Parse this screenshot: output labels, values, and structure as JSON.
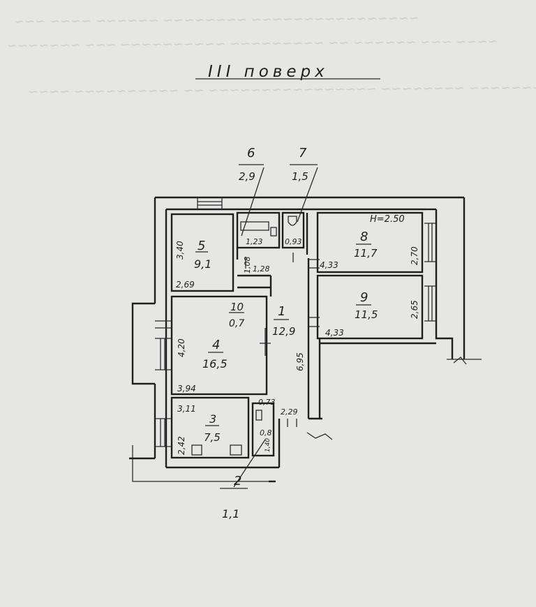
{
  "title": "III поверх",
  "ceiling_height": "Н=2.50",
  "rooms": [
    {
      "id": "1",
      "area": "12,9"
    },
    {
      "id": "2",
      "area": "1,1"
    },
    {
      "id": "3",
      "area": "7,5"
    },
    {
      "id": "4",
      "area": "16,5"
    },
    {
      "id": "5",
      "area": "9,1"
    },
    {
      "id": "6",
      "area": "2,9"
    },
    {
      "id": "7",
      "area": "1,5"
    },
    {
      "id": "8",
      "area": "11,7"
    },
    {
      "id": "9",
      "area": "11,5"
    },
    {
      "id": "10",
      "area": "0,7"
    }
  ],
  "dimensions": {
    "r5_left": "3,40",
    "r5_bottom": "2,69",
    "r6_width": "1,23",
    "r7_width": "0,93",
    "r10_left": "1,08",
    "r10_top": "1,28",
    "r4_left": "4,20",
    "r4_bottom": "3,94",
    "r1_right": "6,95",
    "r1_bottom": "2,29",
    "r2_top": "0,73",
    "r2_width": "0,8",
    "r2_left": "1,40",
    "r3_top": "3,11",
    "r3_left": "2,42",
    "r8_bottom": "4,33",
    "r8_right": "2,70",
    "r9_bottom": "4,33",
    "r9_right": "2,65"
  }
}
